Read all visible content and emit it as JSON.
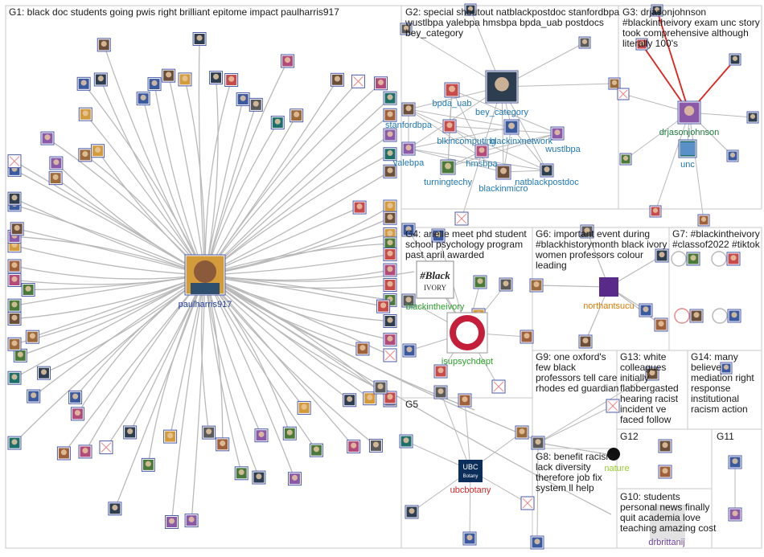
{
  "groups": [
    {
      "id": "G1",
      "text": "G1: black doc students going pwis right brilliant epitome impact paulharris917"
    },
    {
      "id": "G2",
      "text": "G2: special shoutout natblackpostdoc stanfordbpa wustlbpa yalebpa hmsbpa bpda_uab postdocs bey_category"
    },
    {
      "id": "G3",
      "text": "G3: drjasonjohnson #blackintheivory exam unc story took comprehensive although literally 100's"
    },
    {
      "id": "G4",
      "text": "G4: arielle meet phd student school psychology program past april awarded"
    },
    {
      "id": "G5",
      "text": "G5"
    },
    {
      "id": "G6",
      "text": "G6: important event during #blackhistorymonth black ivory women professors colour leading"
    },
    {
      "id": "G7",
      "text": "G7: #blackintheivory #classof2022 #tiktok"
    },
    {
      "id": "G8",
      "text": "G8: benefit racism lack diversity therefore job fix system ll help"
    },
    {
      "id": "G9",
      "text": "G9: one oxford's few black professors tell care rhodes ed guardian"
    },
    {
      "id": "G10",
      "text": "G10: students personal news finally quit academia love teaching amazing cost"
    },
    {
      "id": "G11",
      "text": "G11"
    },
    {
      "id": "G12",
      "text": "G12"
    },
    {
      "id": "G13",
      "text": "G13: white colleagues initially flabbergasted hearing racist incident ve faced follow"
    },
    {
      "id": "G14",
      "text": "G14: many believe mediation right response institutional racism action"
    }
  ],
  "labels": {
    "paulharris917": "paulharris917",
    "bpda_uab": "bpda_uab",
    "bey_category": "bey_category",
    "stanfordbpa": "stanfordbpa",
    "blkincomputing": "blkincomputing",
    "blackinxnetwork": "blackinxnetwork",
    "wustlbpa": "wustlbpa",
    "yalebpa": "yalebpa",
    "hmsbpa": "hmsbpa",
    "natblackpostdoc": "natblackpostdoc",
    "turningtechy": "turningtechy",
    "blackinmicro": "blackinmicro",
    "drjasonjohnson": "drjasonjohnson",
    "unc": "unc",
    "blackintheivory": "blackintheivory",
    "isupsychdept": "isupsychdept",
    "northantsucu": "northantsucu",
    "ubcbotany": "ubcbotany",
    "nature": "nature",
    "drbrittanij": "drbrittanij",
    "ubc_logo_line1": "UBC",
    "ubc_logo_line2": "Botany",
    "bitv_logo_line1": "#Black",
    "bitv_logo_line2": "IVORY",
    "cross_box_note": "×"
  },
  "colors": {
    "edge": "#b9b9b9",
    "edge_red": "#e0201b",
    "label_blue": "#1f78b4",
    "label_green": "#2ca02c",
    "label_darkgreen": "#1b7a3b",
    "label_orange": "#e07b00",
    "label_red": "#d62728",
    "label_lime": "#9acd32",
    "label_navy": "#1f3b99",
    "label_purple": "#6a3d9a",
    "grid": "#c8c8c8"
  }
}
